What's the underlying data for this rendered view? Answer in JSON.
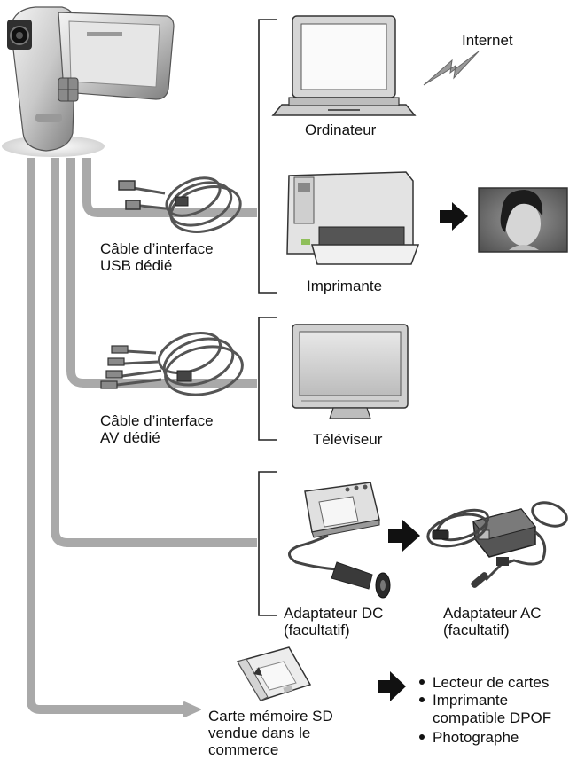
{
  "labels": {
    "internet": "Internet",
    "ordinateur": "Ordinateur",
    "usb_cable_1": "Câble d’interface",
    "usb_cable_2": "USB dédié",
    "imprimante": "Imprimante",
    "av_cable_1": "Câble d’interface",
    "av_cable_2": "AV dédié",
    "televiseur": "Téléviseur",
    "adapter_dc_1": "Adaptateur DC",
    "adapter_dc_2": "(facultatif)",
    "adapter_ac_1": "Adaptateur AC",
    "adapter_ac_2": "(facultatif)",
    "sd_card_1": "Carte mémoire SD",
    "sd_card_2": "vendue dans le",
    "sd_card_3": "commerce"
  },
  "bullets": [
    "Lecteur de cartes",
    "Imprimante",
    "compatible DPOF",
    "Photographe"
  ],
  "colors": {
    "connector": "#a9a9a9",
    "line": "#222222",
    "arrow": "#111111"
  },
  "icons": [
    "camera-icon",
    "laptop-icon",
    "internet-bolt-icon",
    "usb-cable-icon",
    "printer-icon",
    "photo-print-icon",
    "av-cable-icon",
    "tv-icon",
    "dc-adapter-icon",
    "ac-adapter-icon",
    "sd-card-icon",
    "arrow-right-icon"
  ]
}
